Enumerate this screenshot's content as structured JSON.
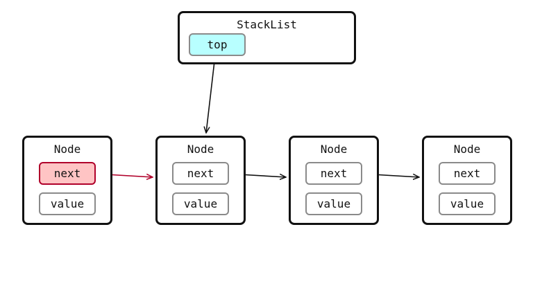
{
  "stack": {
    "title": "StackList",
    "top_label": "top"
  },
  "nodes": [
    {
      "title": "Node",
      "next_label": "next",
      "value_label": "value"
    },
    {
      "title": "Node",
      "next_label": "next",
      "value_label": "value"
    },
    {
      "title": "Node",
      "next_label": "next",
      "value_label": "value"
    },
    {
      "title": "Node",
      "next_label": "next",
      "value_label": "value"
    }
  ],
  "colors": {
    "border": "#111111",
    "field_border": "#8a8a8a",
    "top_fill": "#b8ffff",
    "highlight_fill": "#ffc4c4",
    "highlight_border": "#b0002a",
    "highlight_arrow": "#b0002a",
    "arrow": "#111111"
  },
  "highlighted_field": "nodes.0.next"
}
